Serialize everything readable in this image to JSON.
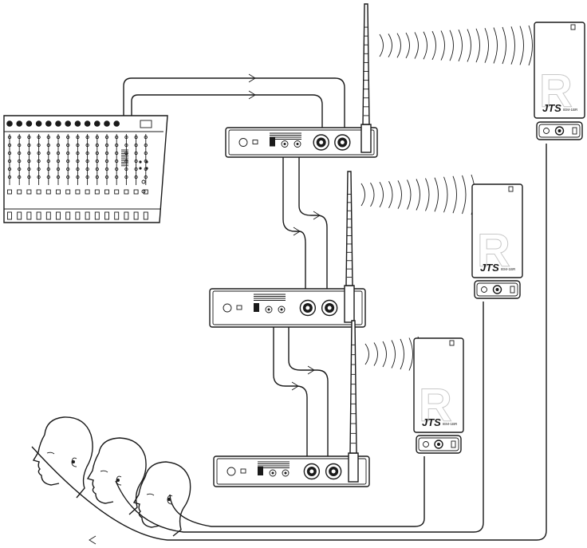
{
  "receivers": [
    {
      "brand": "JTS",
      "model": "IEM-1BR"
    },
    {
      "brand": "JTS",
      "model": "IEM-1BR"
    },
    {
      "brand": "JTS",
      "model": "IEM-1BR"
    }
  ],
  "watermark": "R",
  "transmitters": [
    {
      "id": "tx1"
    },
    {
      "id": "tx2"
    },
    {
      "id": "tx3"
    }
  ]
}
